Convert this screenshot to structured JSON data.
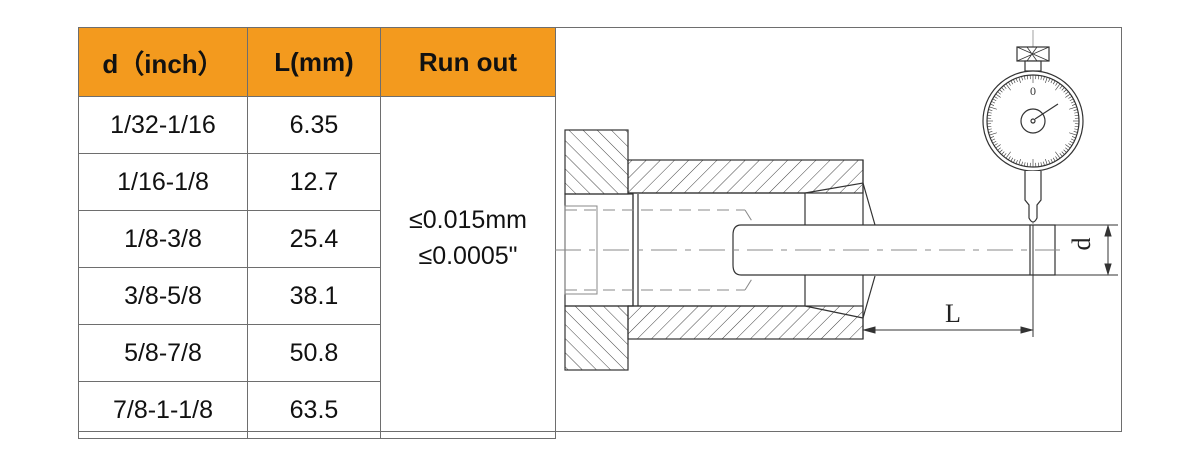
{
  "table": {
    "headers": [
      "d（inch）",
      "L(mm)",
      "Run out"
    ],
    "rows": [
      {
        "d": "1/32-1/16",
        "L": "6.35"
      },
      {
        "d": "1/16-1/8",
        "L": "12.7"
      },
      {
        "d": "1/8-3/8",
        "L": "25.4"
      },
      {
        "d": "3/8-5/8",
        "L": "38.1"
      },
      {
        "d": "5/8-7/8",
        "L": "50.8"
      },
      {
        "d": "7/8-1-1/8",
        "L": "63.5"
      }
    ],
    "runout": {
      "line1": "≤0.015mm",
      "line2": "≤0.0005\""
    },
    "header_color": "#F39A1E"
  },
  "drawing": {
    "dimension_L": "L",
    "dimension_d": "d",
    "dial_zero": "0"
  }
}
